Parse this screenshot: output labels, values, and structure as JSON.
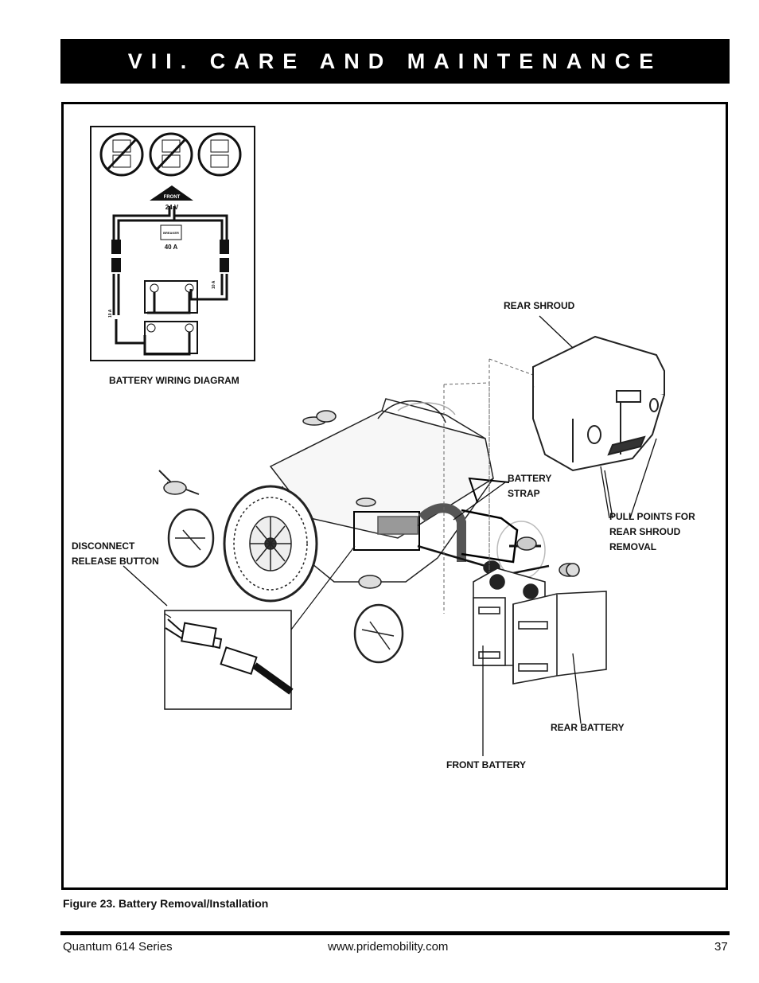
{
  "header": {
    "title": "VII. CARE AND MAINTENANCE"
  },
  "figure": {
    "caption": "Figure 23. Battery Removal/Installation",
    "wiring": {
      "heading": "BATTERY WIRING DIAGRAM",
      "front": "FRONT",
      "voltage": "24 V",
      "breaker": "BREAKER",
      "breaker_amps": "40 A",
      "fuse_right": "10 A",
      "fuse_left": "10 A"
    },
    "labels": {
      "rear_shroud": "REAR SHROUD",
      "battery_strap": "BATTERY\nSTRAP",
      "pull_points": "PULL POINTS FOR\nREAR SHROUD\nREMOVAL",
      "disconnect": "DISCONNECT\nRELEASE BUTTON",
      "rear_battery": "REAR BATTERY",
      "front_battery": "FRONT BATTERY"
    }
  },
  "footer": {
    "series": "Quantum 614 Series",
    "website": "www.pridemobility.com",
    "page": "37"
  }
}
